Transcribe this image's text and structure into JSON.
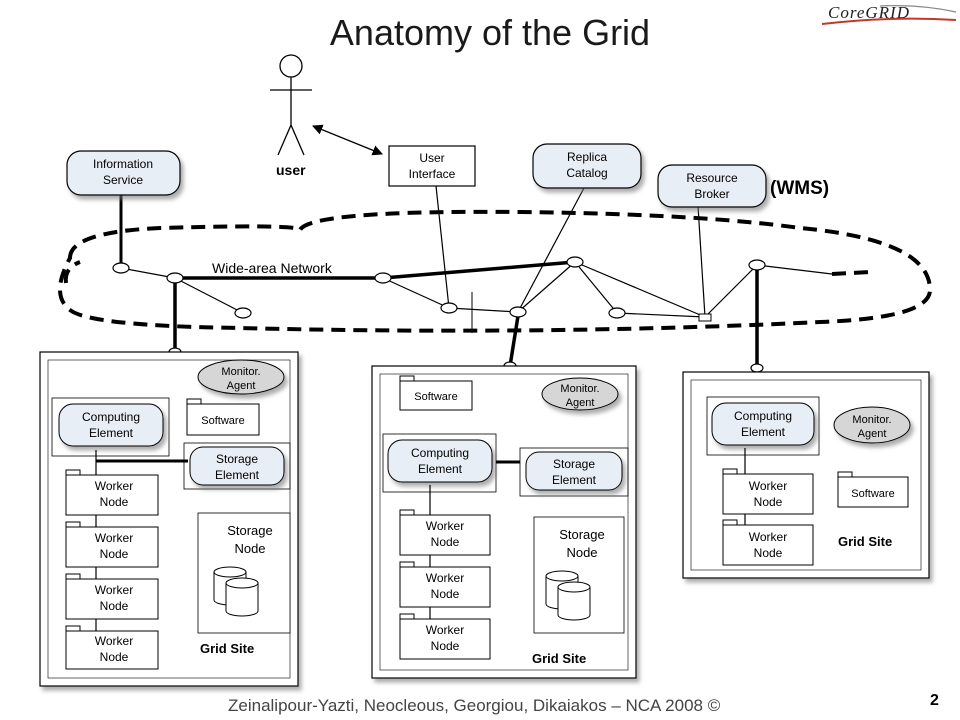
{
  "slide": {
    "title": "Anatomy of the Grid",
    "logo": "CoreGRID",
    "footer": "Zeinalipour-Yazti, Neocleous, Georgiou, Dikaiakos – NCA 2008 ©",
    "page_number": "2"
  },
  "diagram": {
    "user_label": "user",
    "network_label": "Wide-area Network",
    "wms_label": "(WMS)",
    "information_service": [
      "Information",
      "Service"
    ],
    "user_interface": [
      "User",
      "Interface"
    ],
    "replica_catalog": [
      "Replica",
      "Catalog"
    ],
    "resource_broker": [
      "Resource",
      "Broker"
    ],
    "site_labels": {
      "monitor_agent": [
        "Monitor.",
        "Agent"
      ],
      "software": "Software",
      "computing_element": [
        "Computing",
        "Element"
      ],
      "storage_element": [
        "Storage",
        "Element"
      ],
      "storage_node": [
        "Storage",
        "Node"
      ],
      "worker_node": [
        "Worker",
        "Node"
      ],
      "grid_site": "Grid Site"
    }
  }
}
